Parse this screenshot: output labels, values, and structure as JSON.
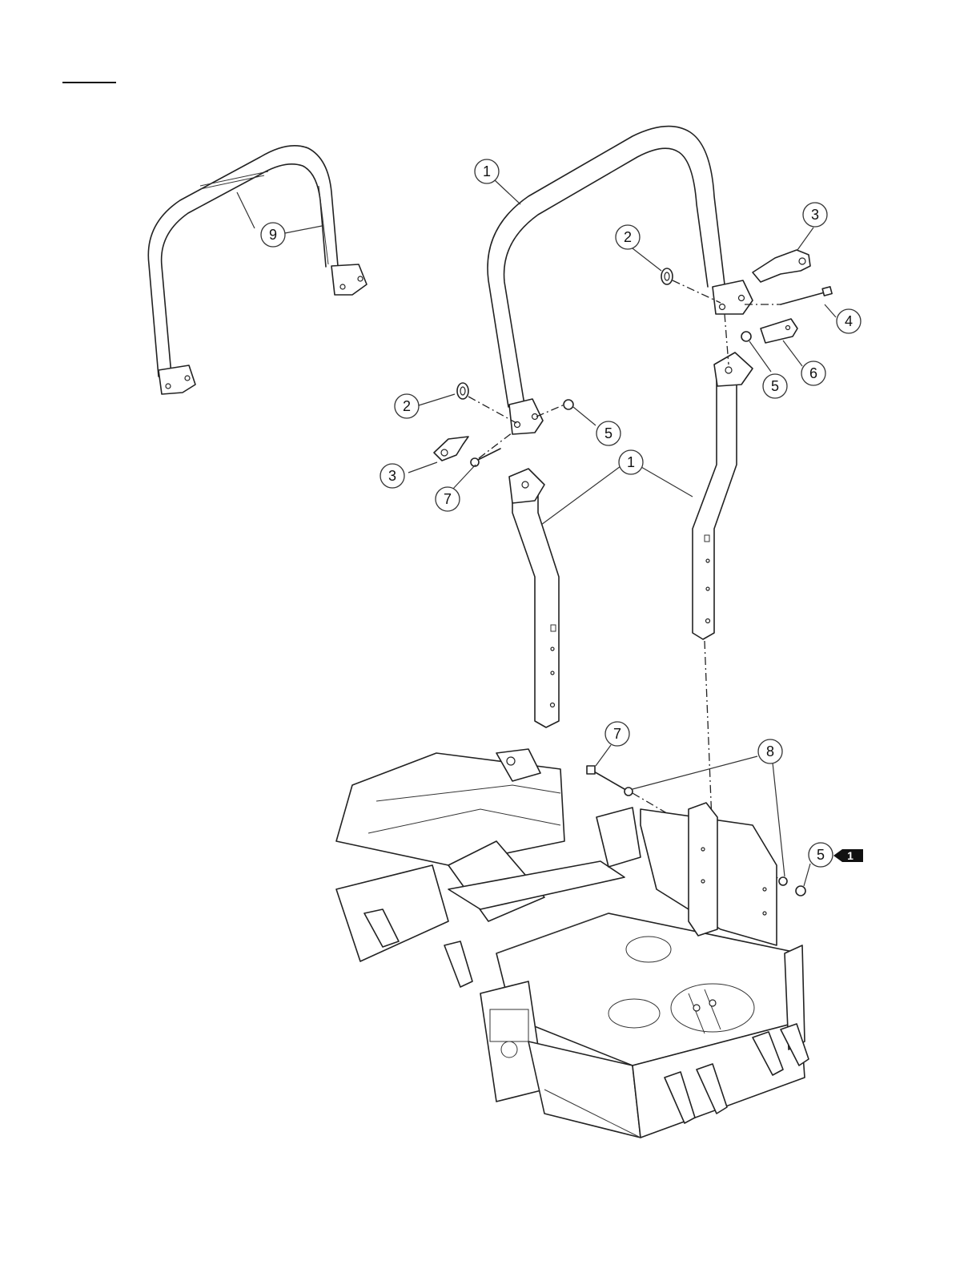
{
  "callouts": [
    {
      "id": "c1-top",
      "label": "1"
    },
    {
      "id": "c1-mid",
      "label": "1"
    },
    {
      "id": "c2-right",
      "label": "2"
    },
    {
      "id": "c2-left",
      "label": "2"
    },
    {
      "id": "c3-right",
      "label": "3"
    },
    {
      "id": "c3-left",
      "label": "3"
    },
    {
      "id": "c4",
      "label": "4"
    },
    {
      "id": "c5-right",
      "label": "5"
    },
    {
      "id": "c5-left",
      "label": "5"
    },
    {
      "id": "c5-bottom",
      "label": "5"
    },
    {
      "id": "c6",
      "label": "6"
    },
    {
      "id": "c7-left",
      "label": "7"
    },
    {
      "id": "c7-bottom",
      "label": "7"
    },
    {
      "id": "c8",
      "label": "8"
    },
    {
      "id": "c9",
      "label": "9"
    }
  ],
  "note_flag": {
    "label": "1",
    "color": "#111111"
  },
  "line_color": "#222222"
}
